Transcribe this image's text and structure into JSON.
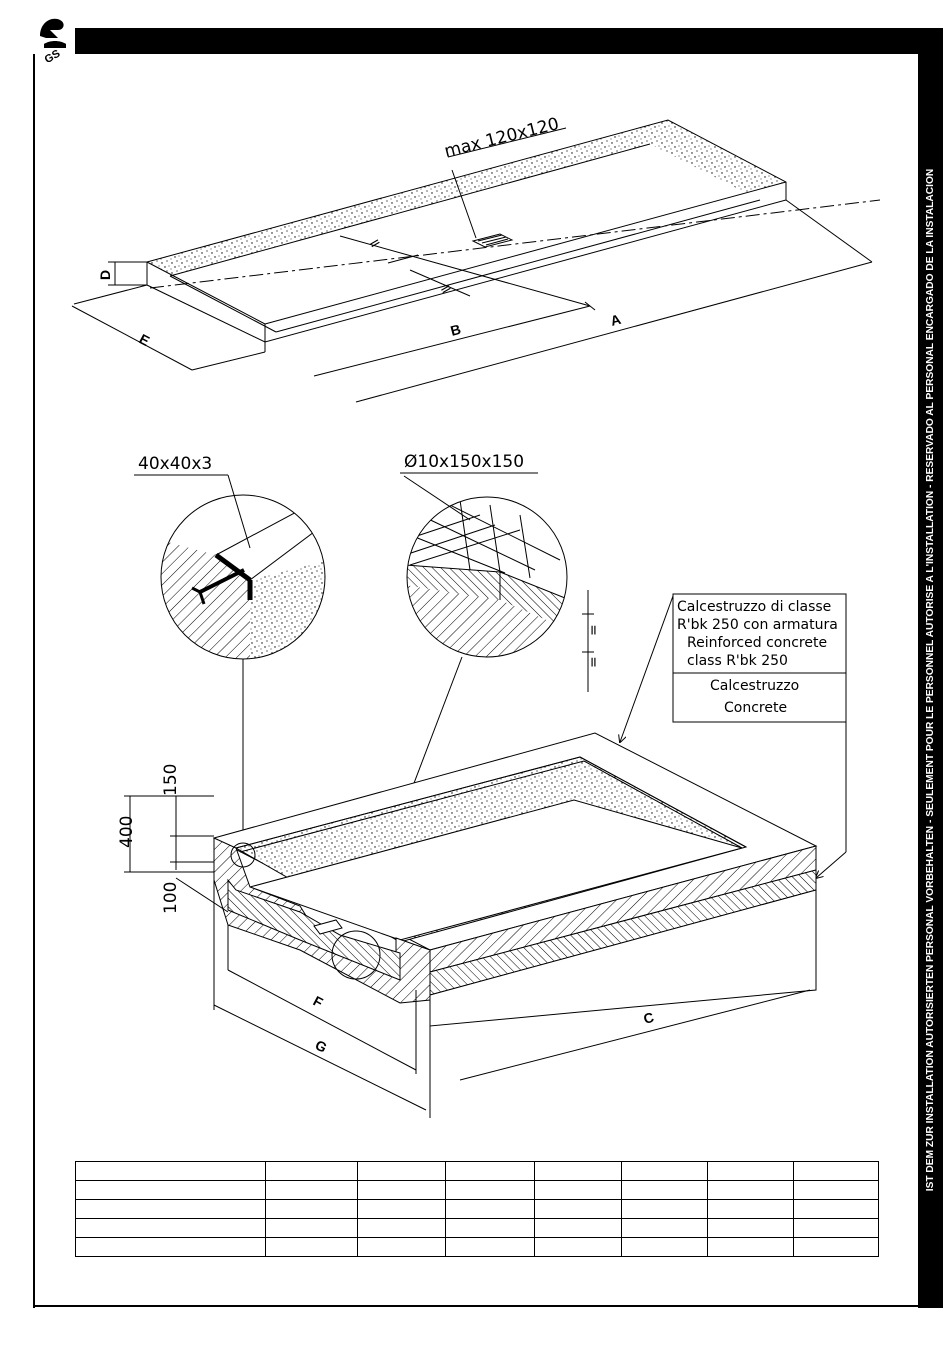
{
  "header": {
    "side_text": "IST DEM ZUR INSTALLATION AUTORISIERTEN PERSONAL VORBEHALTEN - SEULEMENT POUR LE PERSONNEL AUTORISE A L'INSTALLATION - RESERVADO AL PERSONAL ENCARGADO DE LA INSTALACION"
  },
  "top_view": {
    "grate_note": "max 120x120",
    "dim_a": "A",
    "dim_b": "B",
    "dim_d": "D",
    "dim_e": "E",
    "equal_1": "=",
    "equal_2": "="
  },
  "details": {
    "angle_label": "40x40x3",
    "mesh_label": "Ø10x150x150",
    "equal_1": "=",
    "equal_2": "="
  },
  "legend": {
    "reinforced_it_1": "Calcestruzzo di classe",
    "reinforced_it_2": "R'bk 250 con armatura",
    "reinforced_en_1": "Reinforced concrete",
    "reinforced_en_2": "class R'bk 250",
    "plain_it": "Calcestruzzo",
    "plain_en": "Concrete"
  },
  "section": {
    "dim_400": "400",
    "dim_150": "150",
    "dim_100": "100",
    "dim_c": "C",
    "dim_f": "F",
    "dim_g": "G"
  },
  "table": {
    "rows": 5,
    "columns": 8
  }
}
